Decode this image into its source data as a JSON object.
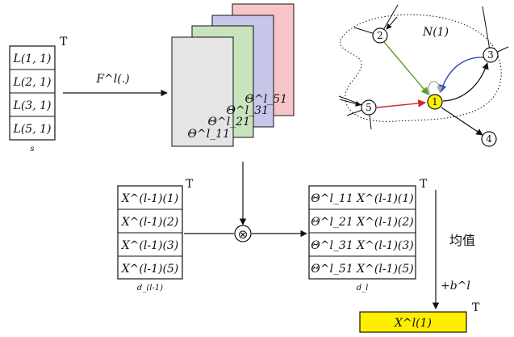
{
  "input_vector": {
    "rows": [
      {
        "text": "L(1, 1)",
        "color": "#a9a9a9"
      },
      {
        "text": "L(2, 1)",
        "color": "#5aa02c"
      },
      {
        "text": "L(3, 1)",
        "color": "#2c4bb0"
      },
      {
        "text": "L(5, 1)",
        "color": "#d2262b"
      }
    ],
    "transpose": "T",
    "caption": "s"
  },
  "transform_label": "F^l(.)",
  "weight_stack": {
    "sheets": [
      {
        "label": "Θ^l_51",
        "color": "#f7c5c8"
      },
      {
        "label": "Θ^l_31",
        "color": "#c7c7ea"
      },
      {
        "label": "Θ^l_21",
        "color": "#c9e4bd"
      },
      {
        "label": "Θ^l_11",
        "color": "#e5e5e5"
      }
    ]
  },
  "graph": {
    "neighborhood_label": "N(1)",
    "nodes": [
      "1",
      "2",
      "3",
      "4",
      "5"
    ],
    "center_color": "#ffee00",
    "edge_colors": {
      "from2": "#5aa02c",
      "from3": "#2c4bb0",
      "from5": "#d2262b",
      "self": "#a9a9a9"
    }
  },
  "prev_features": {
    "rows": [
      "X^(l-1)(1)",
      "X^(l-1)(2)",
      "X^(l-1)(3)",
      "X^(l-1)(5)"
    ],
    "transpose": "T",
    "caption": "d_(l-1)"
  },
  "multiply_symbol": "⊗",
  "weighted_features": {
    "rows": [
      "Θ^l_11 X^(l-1)(1)",
      "Θ^l_21 X^(l-1)(2)",
      "Θ^l_31 X^(l-1)(3)",
      "Θ^l_51 X^(l-1)(5)"
    ],
    "transpose": "T",
    "caption": "d_l"
  },
  "mean_label": "均值",
  "bias_label": "+b^l",
  "output": {
    "text": "X^l(1)",
    "transpose": "T",
    "color": "#ffee00"
  }
}
